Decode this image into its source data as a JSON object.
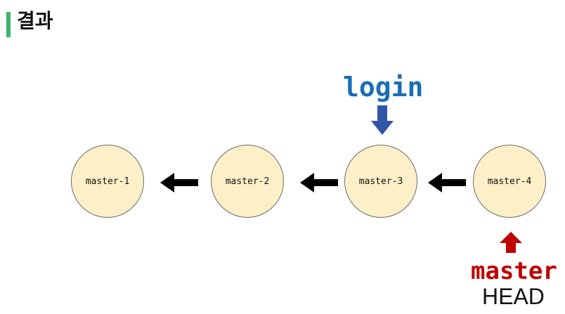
{
  "header": {
    "title": "결과"
  },
  "commits": [
    {
      "label": "master-1"
    },
    {
      "label": "master-2"
    },
    {
      "label": "master-3"
    },
    {
      "label": "master-4"
    }
  ],
  "pointers": {
    "branch_login": {
      "label": "login",
      "color": "#1a6fb5",
      "arrow_color": "#2f56a6"
    },
    "branch_master": {
      "label": "master",
      "color": "#c00000",
      "arrow_color": "#c00000"
    },
    "head": {
      "label": "HEAD"
    }
  },
  "colors": {
    "commit_fill": "#fdf0c8",
    "accent_bar": "#3db36b",
    "parent_arrow": "#000000"
  }
}
